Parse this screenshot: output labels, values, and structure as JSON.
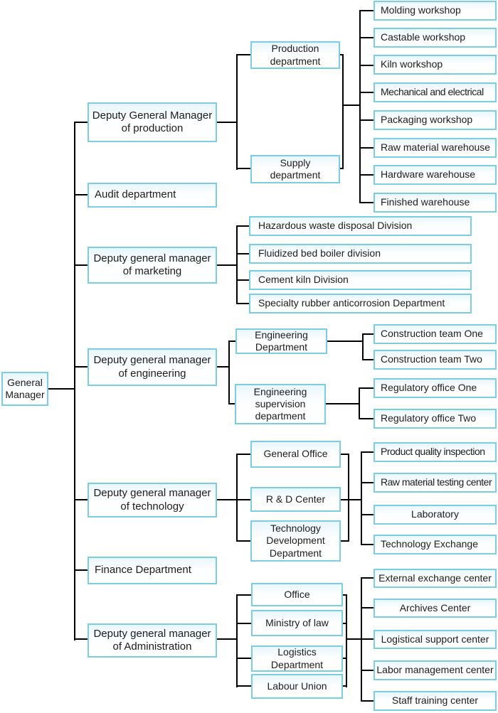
{
  "diagram": {
    "type": "organization-chart",
    "root": {
      "label": "General Manager"
    },
    "groups": [
      {
        "manager": {
          "label": "Deputy General Manager of production"
        },
        "departments": [
          {
            "label": "Production department"
          },
          {
            "label": "Supply department"
          }
        ],
        "units": [
          {
            "label": "Molding workshop"
          },
          {
            "label": "Castable workshop"
          },
          {
            "label": "Kiln workshop"
          },
          {
            "label": "Mechanical and electrical"
          },
          {
            "label": "Packaging workshop"
          },
          {
            "label": "Raw material warehouse"
          },
          {
            "label": "Hardware warehouse"
          },
          {
            "label": "Finished warehouse"
          }
        ]
      },
      {
        "manager": {
          "label": "Audit department"
        }
      },
      {
        "manager": {
          "label": "Deputy general manager of marketing"
        },
        "units": [
          {
            "label": "Hazardous waste disposal Division"
          },
          {
            "label": "Fluidized bed boiler division"
          },
          {
            "label": "Cement kiln Division"
          },
          {
            "label": "Specialty rubber anticorrosion Department"
          }
        ]
      },
      {
        "manager": {
          "label": "Deputy general manager of engineering"
        },
        "departments": [
          {
            "label": "Engineering Department",
            "units": [
              {
                "label": "Construction team One"
              },
              {
                "label": "Construction team Two"
              }
            ]
          },
          {
            "label": "Engineering supervision department",
            "units": [
              {
                "label": "Regulatory office One"
              },
              {
                "label": "Regulatory office Two"
              }
            ]
          }
        ]
      },
      {
        "manager": {
          "label": "Deputy general manager of technology"
        },
        "departments": [
          {
            "label": "General Office"
          },
          {
            "label": "R & D Center"
          },
          {
            "label": "Technology Development Department"
          }
        ],
        "units": [
          {
            "label": "Product quality inspection"
          },
          {
            "label": "Raw material testing center"
          },
          {
            "label": "Laboratory"
          },
          {
            "label": "Technology Exchange"
          }
        ]
      },
      {
        "manager": {
          "label": "Finance Department"
        }
      },
      {
        "manager": {
          "label": "Deputy general manager of Administration"
        },
        "departments": [
          {
            "label": "Office"
          },
          {
            "label": "Ministry of law"
          },
          {
            "label": "Logistics Department"
          },
          {
            "label": "Labour Union"
          }
        ],
        "units": [
          {
            "label": "External exchange center"
          },
          {
            "label": "Archives Center"
          },
          {
            "label": "Logistical support center"
          },
          {
            "label": "Labor management center"
          },
          {
            "label": "Staff training center"
          }
        ]
      }
    ]
  },
  "colors": {
    "box_border": "#7bcde1",
    "box_fill_top": "#e9f6fb",
    "box_fill": "#ffffff",
    "connector": "#000000",
    "text": "#1c1c1c",
    "background": "#ffffff"
  }
}
